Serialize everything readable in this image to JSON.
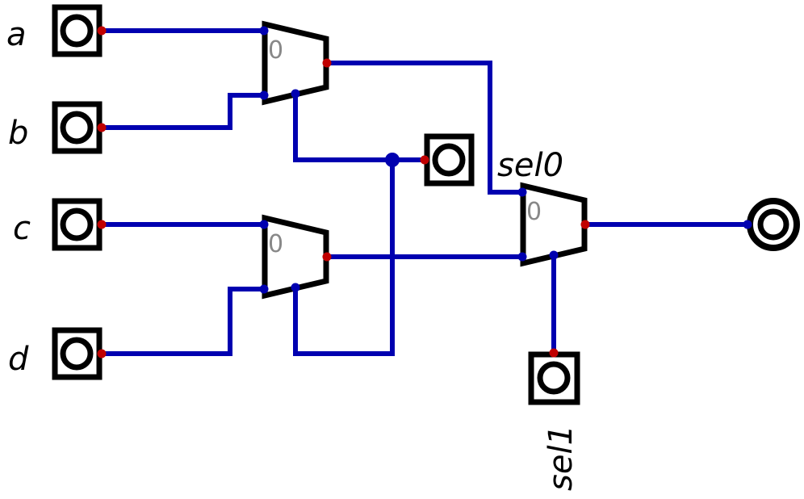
{
  "diagram": {
    "type": "logic-circuit",
    "description": "4-to-1 multiplexer built from three 2-to-1 multiplexers",
    "colors": {
      "wire": "#0000b0",
      "output_pin": "#c00000",
      "input_pin": "#0000b0",
      "component_stroke": "#000000",
      "mux_label": "#888888"
    },
    "inputs": [
      {
        "id": "a",
        "label": "a"
      },
      {
        "id": "b",
        "label": "b"
      },
      {
        "id": "c",
        "label": "c"
      },
      {
        "id": "d",
        "label": "d"
      },
      {
        "id": "sel0",
        "label": "sel0"
      },
      {
        "id": "sel1",
        "label": "sel1"
      }
    ],
    "multiplexers": [
      {
        "id": "mux1",
        "select_label": "0",
        "inputs": [
          "a",
          "b"
        ],
        "select": "sel0"
      },
      {
        "id": "mux2",
        "select_label": "0",
        "inputs": [
          "c",
          "d"
        ],
        "select": "sel0"
      },
      {
        "id": "mux3",
        "select_label": "0",
        "inputs": [
          "mux1",
          "mux2"
        ],
        "select": "sel1"
      }
    ],
    "outputs": [
      {
        "id": "out",
        "label": ""
      }
    ]
  }
}
